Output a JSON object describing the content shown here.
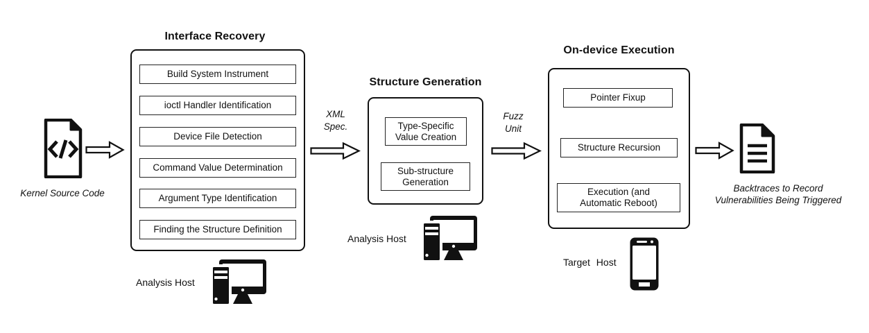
{
  "diagram": {
    "input": {
      "icon": "code-file-icon",
      "label": "Kernel Source Code"
    },
    "output": {
      "icon": "report-file-icon",
      "label": "Backtraces to Record Vulnerabilities Being Triggered"
    },
    "stages": [
      {
        "title": "Interface Recovery",
        "steps": [
          "Build System Instrument",
          "ioctl Handler Identification",
          "Device File Detection",
          "Command Value Determination",
          "Argument Type Identification",
          "Finding the Structure Definition"
        ],
        "host": {
          "label": "Analysis Host",
          "icon": "desktop-computer-icon"
        }
      },
      {
        "title": "Structure Generation",
        "steps": [
          "Type-Specific Value Creation",
          "Sub-structure Generation"
        ],
        "host": {
          "label": "Analysis Host",
          "icon": "desktop-computer-icon"
        }
      },
      {
        "title": "On-device Execution",
        "steps": [
          "Pointer Fixup",
          "Structure Recursion",
          "Execution (and Automatic Reboot)"
        ],
        "host": {
          "label": "Target Host",
          "icon": "smartphone-icon"
        }
      }
    ],
    "arrows": [
      {
        "label": ""
      },
      {
        "label": "XML Spec."
      },
      {
        "label": "Fuzz Unit"
      },
      {
        "label": ""
      }
    ],
    "colors": {
      "ink": "#111111",
      "background": "#ffffff"
    }
  }
}
